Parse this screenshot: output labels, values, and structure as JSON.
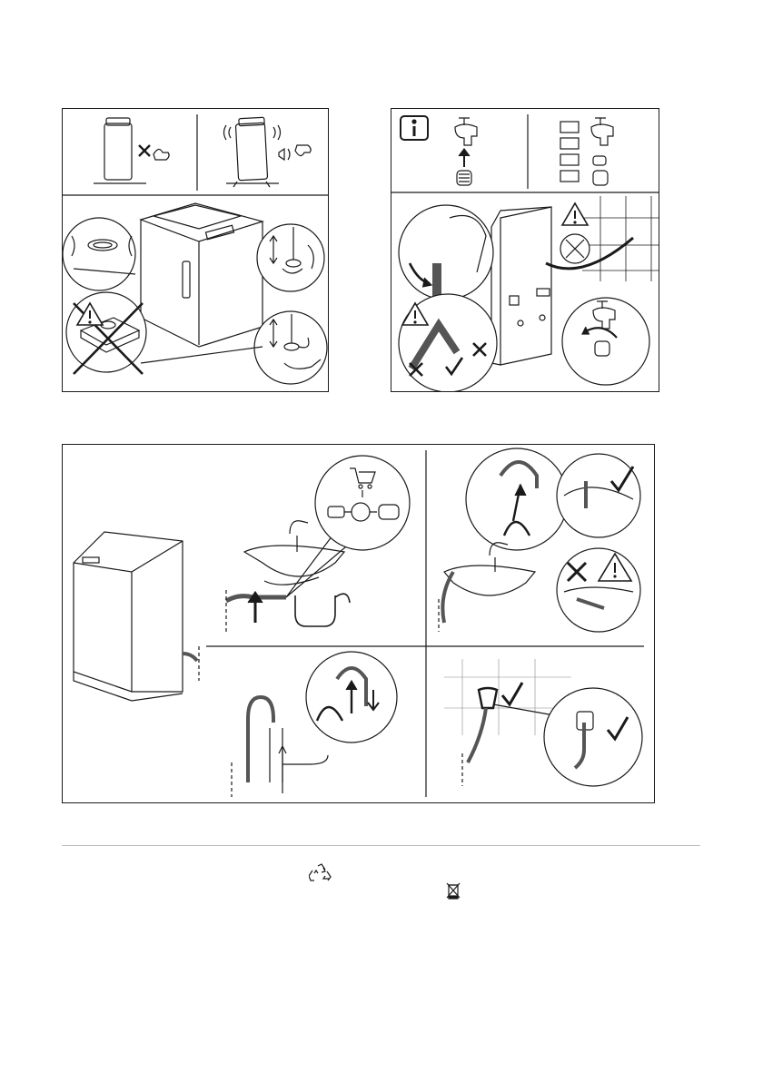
{
  "page": {
    "background": "#ffffff",
    "line_color": "#1a1a1a",
    "divider_color": "#bdbdbd"
  },
  "panels": [
    {
      "id": "leveling",
      "icons": [
        "machine-level-icon",
        "machine-vibrating-icon",
        "adjustable-foot-icon",
        "warning-triangle-icon",
        "wood-block-crossed-icon"
      ]
    },
    {
      "id": "inlet-hose",
      "icons": [
        "info-icon",
        "water-tap-icon",
        "hose-connector-icon",
        "arrow-up-icon",
        "warning-triangle-icon",
        "cross-mark-icon",
        "check-mark-icon"
      ]
    },
    {
      "id": "drain-hose",
      "icons": [
        "washing-machine-icon",
        "sink-icon",
        "shopping-cart-icon",
        "hose-guide-icon",
        "check-mark-icon",
        "cross-mark-icon",
        "warning-triangle-icon",
        "standpipe-icon"
      ]
    }
  ],
  "footer": {
    "icons": [
      "recycle-icon",
      "crossed-bin-icon"
    ]
  }
}
